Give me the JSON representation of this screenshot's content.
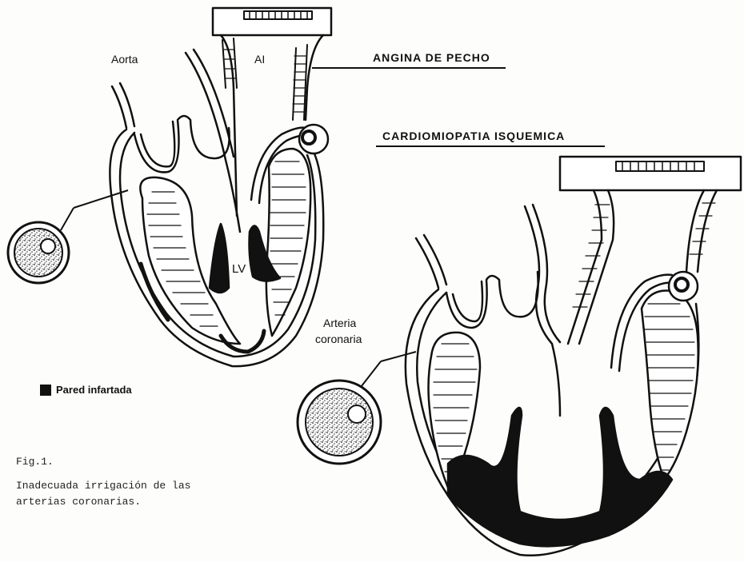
{
  "diagram": {
    "labels": {
      "aorta": "Aorta",
      "atrium": "AI",
      "ventricle": "LV",
      "angina": "ANGINA DE PECHO",
      "cardiomiopatia": "CARDIOMIOPATIA ISQUEMICA",
      "arteria_line1": "Arteria",
      "arteria_line2": "coronaria",
      "legend": "Pared infartada"
    },
    "caption": {
      "fig": "Fig.1.",
      "line1": "Inadecuada irrigación de las",
      "line2": "arterias coronarias."
    },
    "colors": {
      "ink": "#111111",
      "paper": "#fdfdfb",
      "infarct": "#111111"
    }
  }
}
